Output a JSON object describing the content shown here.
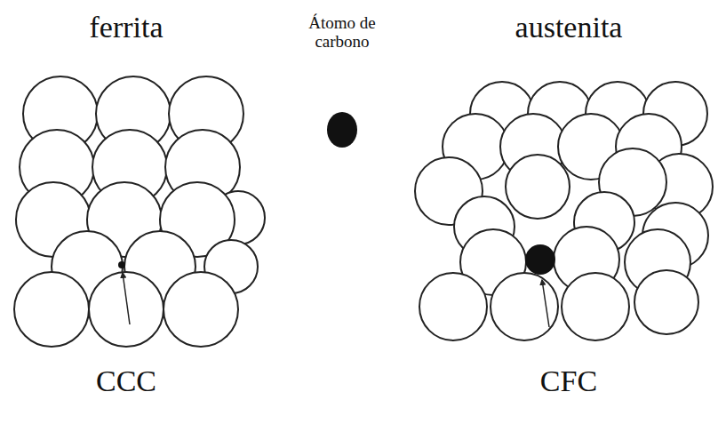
{
  "diagram": {
    "labels": [
      "ferrita",
      "Átomo de carbono",
      "austenita",
      "CCC",
      "CFC"
    ]
  }
}
